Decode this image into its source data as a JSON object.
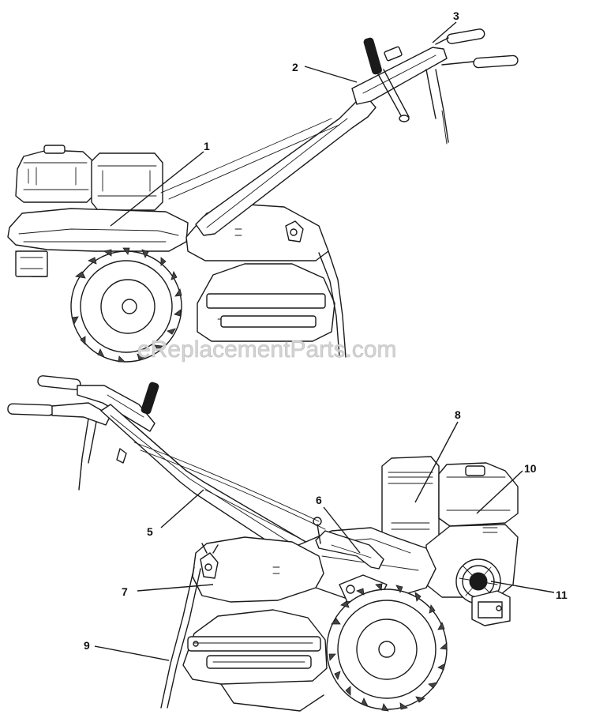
{
  "watermark": "eReplacementParts.com",
  "callouts": [
    {
      "label": "1"
    },
    {
      "label": "2"
    },
    {
      "label": "3"
    },
    {
      "label": "5"
    },
    {
      "label": "6"
    },
    {
      "label": "7"
    },
    {
      "label": "8"
    },
    {
      "label": "9"
    },
    {
      "label": "10"
    },
    {
      "label": "11"
    }
  ],
  "colors": {
    "line": "#1a1a1a",
    "watermark": "#d4d4d4"
  }
}
